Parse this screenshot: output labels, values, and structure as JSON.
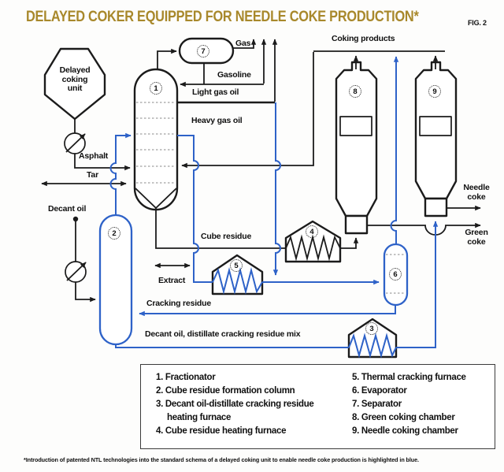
{
  "title": "DELAYED COKER EQUIPPED FOR NEEDLE COKE PRODUCTION*",
  "figure_label": "FIG. 2",
  "colors": {
    "line_black": "#1b1b1b",
    "highlight_blue": "#2e62c8",
    "title_gold": "#a8882b"
  },
  "diagram": {
    "labels": {
      "delayed_coking_unit": "Delayed coking unit",
      "asphalt": "Asphalt",
      "tar": "Tar",
      "decant_oil": "Decant oil",
      "gas": "Gas",
      "gasoline": "Gasoline",
      "light_gas_oil": "Light gas oil",
      "heavy_gas_oil": "Heavy gas oil",
      "coking_products": "Coking products",
      "cube_residue": "Cube residue",
      "extract": "Extract",
      "cracking_residue": "Cracking residue",
      "decant_mix": "Decant oil, distillate cracking residue mix",
      "needle_coke": "Needle coke",
      "green_coke": "Green coke"
    },
    "equipment_tags": {
      "fractionator": "1",
      "cube_residue_formation_column": "2",
      "decant_cracking_furnace": "3",
      "cube_residue_heating_furnace": "4",
      "thermal_cracking_furnace": "5",
      "evaporator": "6",
      "separator": "7",
      "green_coking_chamber": "8",
      "needle_coking_chamber": "9"
    }
  },
  "legend": {
    "items_left": [
      "1. Fractionator",
      "2. Cube residue formation column",
      "3. Decant oil-distillate cracking residue heating furnace",
      "4. Cube residue heating furnace"
    ],
    "items_right": [
      "5. Thermal cracking furnace",
      "6. Evaporator",
      "7. Separator",
      "8. Green coking chamber",
      "9. Needle coking chamber"
    ]
  },
  "footnote": "*Introduction of patented NTL technologies into the standard schema of a delayed coking unit to enable needle coke production is highlighted in blue."
}
